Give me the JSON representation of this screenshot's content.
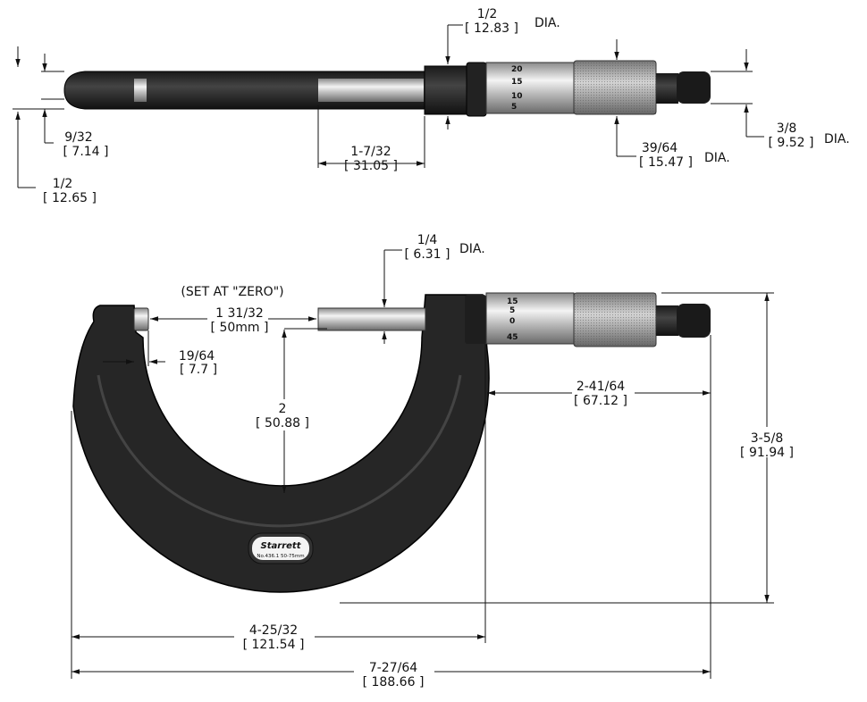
{
  "top_view": {
    "shank_dia": {
      "frac": "1/2",
      "mm": "[ 12.83 ]",
      "suffix": "DIA."
    },
    "barrel_step": {
      "frac": "9/32",
      "mm": "[ 7.14 ]"
    },
    "barrel_dia": {
      "frac": "1/2",
      "mm": "[ 12.65 ]"
    },
    "spindle_length": {
      "frac": "1-7/32",
      "mm": "[ 31.05 ]"
    },
    "thimble_dia": {
      "frac": "39/64",
      "mm": "[ 15.47 ]",
      "suffix": "DIA."
    },
    "ratchet_dia": {
      "frac": "3/8",
      "mm": "[ 9.52 ]",
      "suffix": "DIA."
    },
    "scale_numbers": [
      "20",
      "15",
      "10",
      "5"
    ]
  },
  "front_view": {
    "note": "(SET AT \"ZERO\")",
    "gap": {
      "frac": "1 31/32",
      "mm": "[ 50mm ]"
    },
    "spindle_dia": {
      "frac": "1/4",
      "mm": "[ 6.31 ]",
      "suffix": "DIA."
    },
    "anvil": {
      "frac": "19/64",
      "mm": "[ 7.7 ]"
    },
    "throat_depth": {
      "frac": "2",
      "mm": "[ 50.88 ]"
    },
    "head_length": {
      "frac": "2-41/64",
      "mm": "[ 67.12 ]"
    },
    "height": {
      "frac": "3-5/8",
      "mm": "[ 91.94 ]"
    },
    "frame_length": {
      "frac": "4-25/32",
      "mm": "[ 121.54 ]"
    },
    "overall_length": {
      "frac": "7-27/64",
      "mm": "[ 188.66 ]"
    },
    "scale_numbers": [
      "15",
      "5",
      "0",
      "45"
    ],
    "logo": {
      "brand": "Starrett",
      "model": "No.436.1  50-75mm"
    }
  }
}
